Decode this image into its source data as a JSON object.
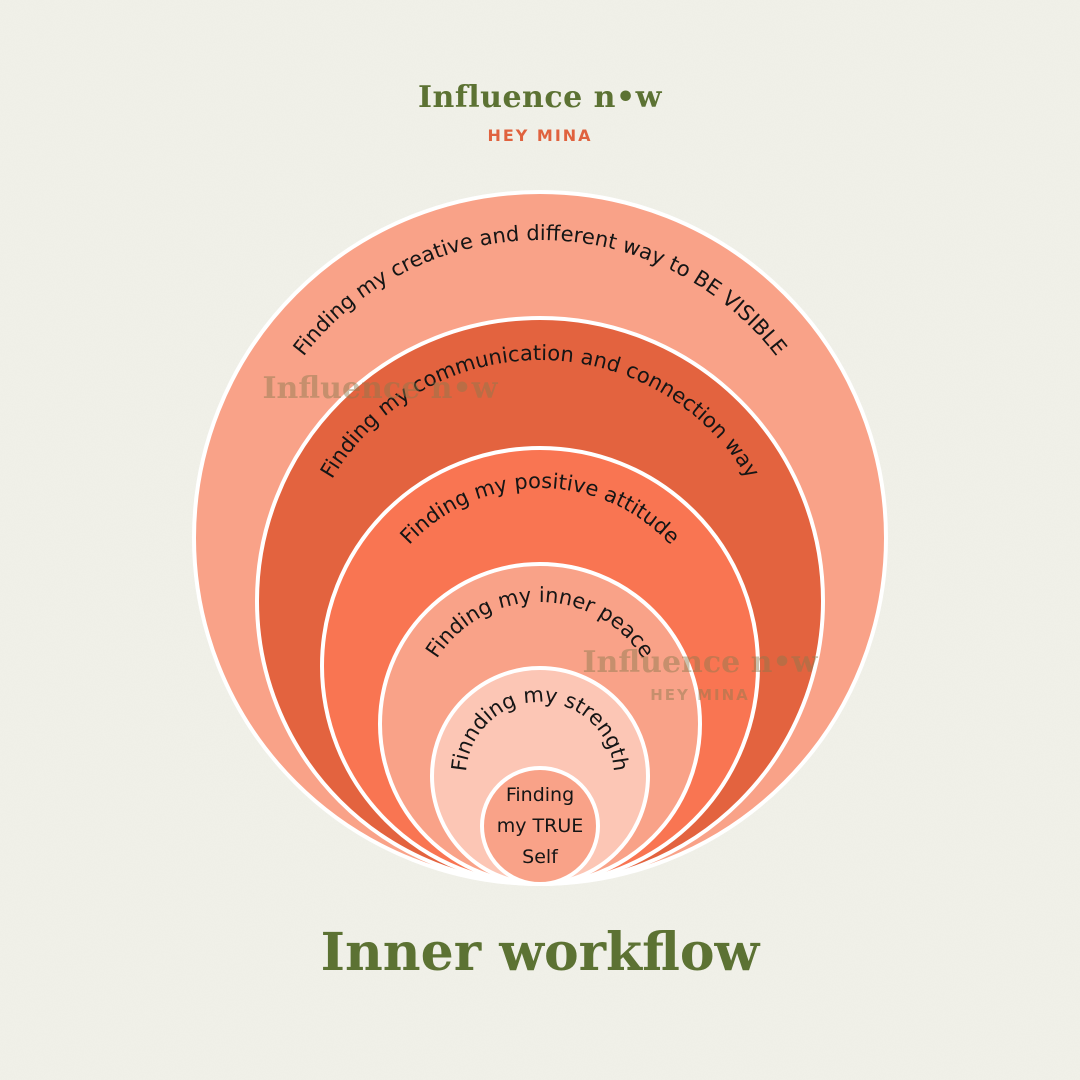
{
  "brand": {
    "name": "Influence n•w",
    "subtitle": "HEY MINA"
  },
  "watermark": {
    "name": "Influence n•w",
    "subtitle": "HEY MINA"
  },
  "rings": [
    {
      "label": "Finding my  creative and different way  to BE VISIBLE",
      "color": "#f9a288"
    },
    {
      "label": "Finding my communication and connection way",
      "color": "#e3633f"
    },
    {
      "label": "Finding my positive attitude",
      "color": "#f97552"
    },
    {
      "label": "Finding my inner peace",
      "color": "#f9a288"
    },
    {
      "label": "Finnding my strength",
      "color": "#fcc6b5"
    }
  ],
  "center": {
    "lines": [
      "Finding",
      "my TRUE",
      "Self"
    ],
    "color": "#f9a288"
  },
  "title": "Inner workflow",
  "colors": {
    "background": "#f1f1e9",
    "brand_green": "#5c7233",
    "brand_orange": "#e0623e",
    "ring_stroke": "#ffffff"
  }
}
